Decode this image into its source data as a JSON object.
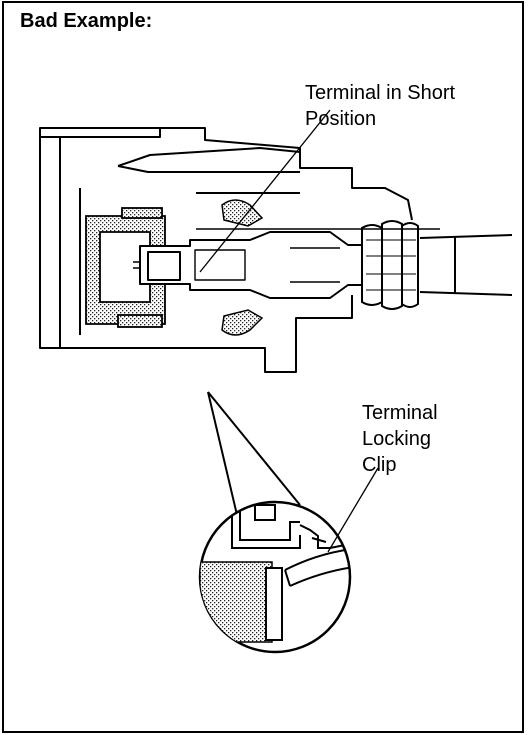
{
  "heading": "Bad Example:",
  "callouts": {
    "terminal_short": {
      "line1": "Terminal in Short",
      "line2": "Position"
    },
    "locking_clip": {
      "line1": "Terminal",
      "line2": "Locking",
      "line3": "Clip"
    }
  }
}
